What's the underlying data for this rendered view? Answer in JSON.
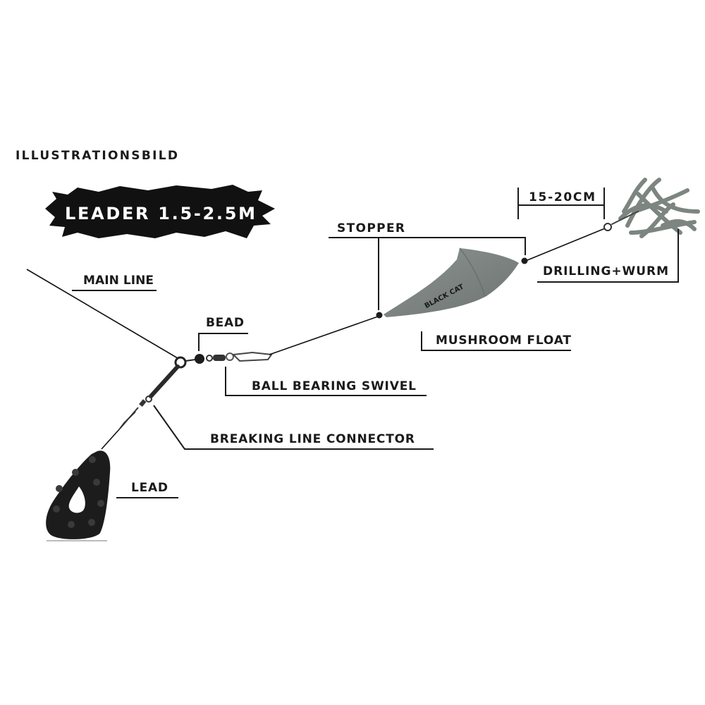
{
  "header": {
    "title": "ILLUSTRATIONSBILD"
  },
  "banner": {
    "label": "LEADER 1.5-2.5M"
  },
  "labels": {
    "main_line": "MAIN LINE",
    "bead": "BEAD",
    "ball_bearing_swivel": "BALL BEARING SWIVEL",
    "breaking_line_connector": "BREAKING LINE CONNECTOR",
    "lead": "LEAD",
    "stopper": "STOPPER",
    "mushroom_float": "MUSHROOM FLOAT",
    "length": "15-20CM",
    "drilling_wurm": "DRILLING+WURM"
  },
  "float_logo": "BLACK CAT",
  "colors": {
    "ink": "#1a1a1a",
    "float": "#7f8683",
    "worm": "#7d8580",
    "lead": "#1c1c1c"
  }
}
